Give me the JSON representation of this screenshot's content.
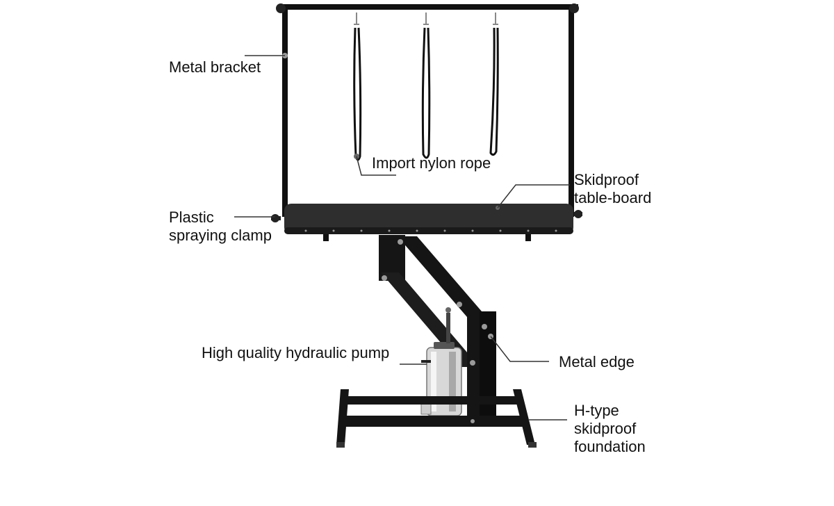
{
  "diagram": {
    "labels": {
      "metal_bracket": "Metal bracket",
      "nylon_rope": "Import nylon rope",
      "table_board": [
        "Skidproof",
        "table-board"
      ],
      "spraying_clamp": [
        "Plastic",
        "spraying clamp"
      ],
      "hydraulic_pump": "High quality hydraulic pump",
      "metal_edge": "Metal edge",
      "foundation": [
        "H-type",
        "skidproof",
        "foundation"
      ]
    },
    "colors": {
      "frame": "#111111",
      "tabletop": "#2e2e2e",
      "bolt": "#9a9a9a",
      "chrome": "#d8d8d8",
      "leader": "#333333"
    }
  }
}
